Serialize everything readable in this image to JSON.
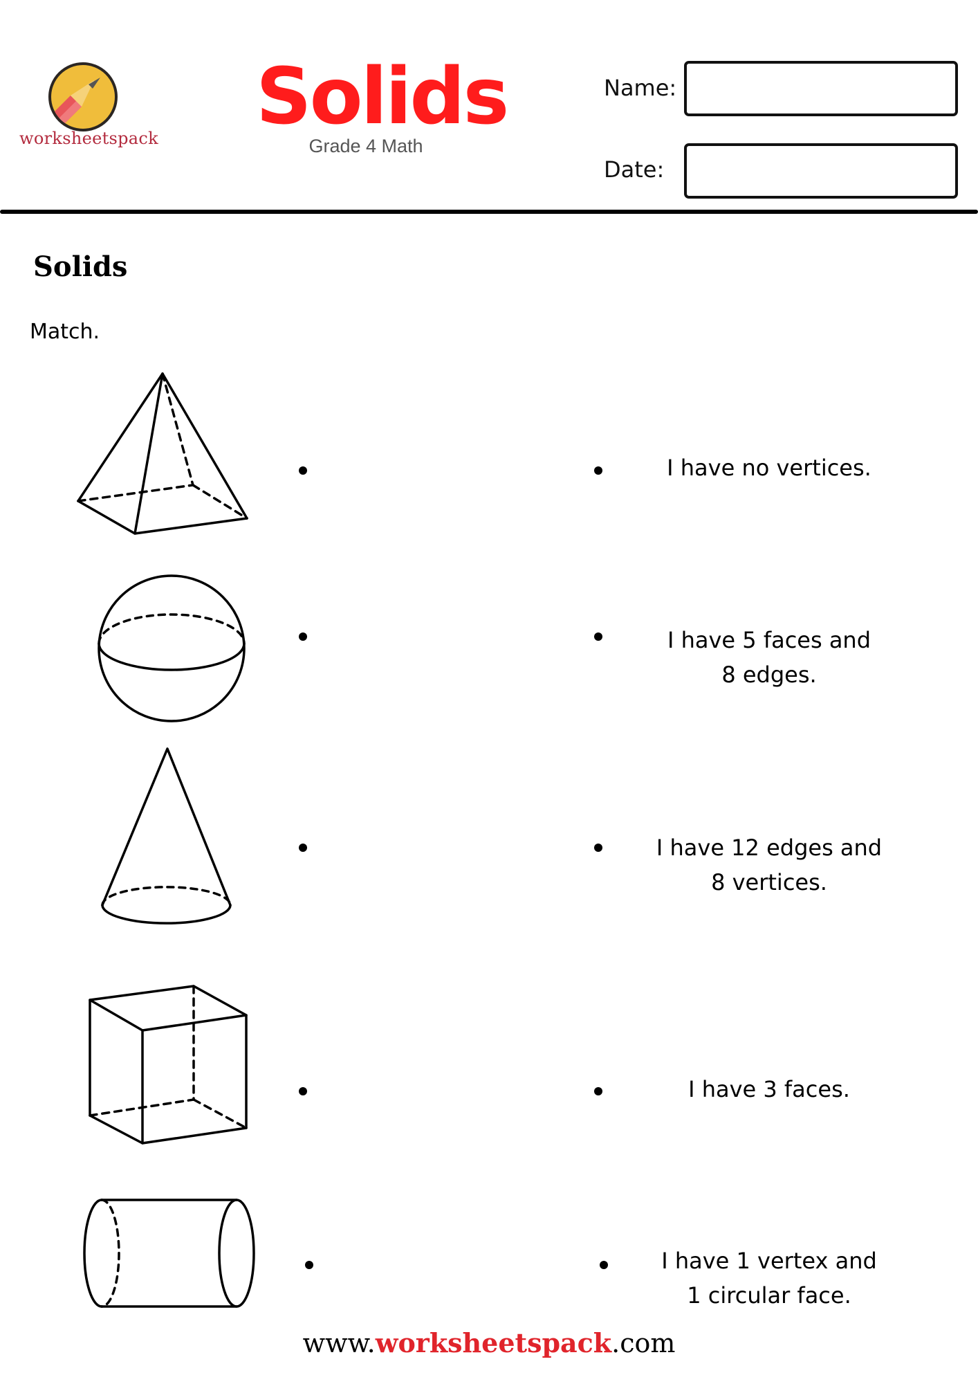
{
  "header": {
    "logo": {
      "icon": "pencil-badge-icon",
      "wordmark": "worksheetspack",
      "colors": {
        "circle": "#f0bd3b",
        "ring": "#2b2623",
        "pencil": "#e8555a",
        "wordmark": "#b32b3e"
      }
    },
    "title": "Solids",
    "title_color": "#ff1c1c",
    "subtitle": "Grade 4 Math",
    "name_label": "Name:",
    "name_value": "",
    "date_label": "Date:",
    "date_value": ""
  },
  "section": {
    "title": "Solids",
    "instruction": "Match."
  },
  "rows": [
    {
      "shape": "square-pyramid",
      "icon": "square-pyramid-icon",
      "clue_lines": [
        "I have no vertices."
      ]
    },
    {
      "shape": "sphere",
      "icon": "sphere-icon",
      "clue_lines": [
        "I have 5 faces and",
        "8 edges."
      ]
    },
    {
      "shape": "cone",
      "icon": "cone-icon",
      "clue_lines": [
        "I have 12 edges and",
        "8 vertices."
      ]
    },
    {
      "shape": "cube",
      "icon": "cube-icon",
      "clue_lines": [
        "I have 3 faces."
      ]
    },
    {
      "shape": "cylinder",
      "icon": "cylinder-icon",
      "clue_lines": [
        "I have 1 vertex and",
        "1 circular face."
      ]
    }
  ],
  "footer": {
    "prefix": "www.",
    "brand": "worksheetspack",
    "suffix": ".com",
    "brand_color": "#e0242b"
  }
}
